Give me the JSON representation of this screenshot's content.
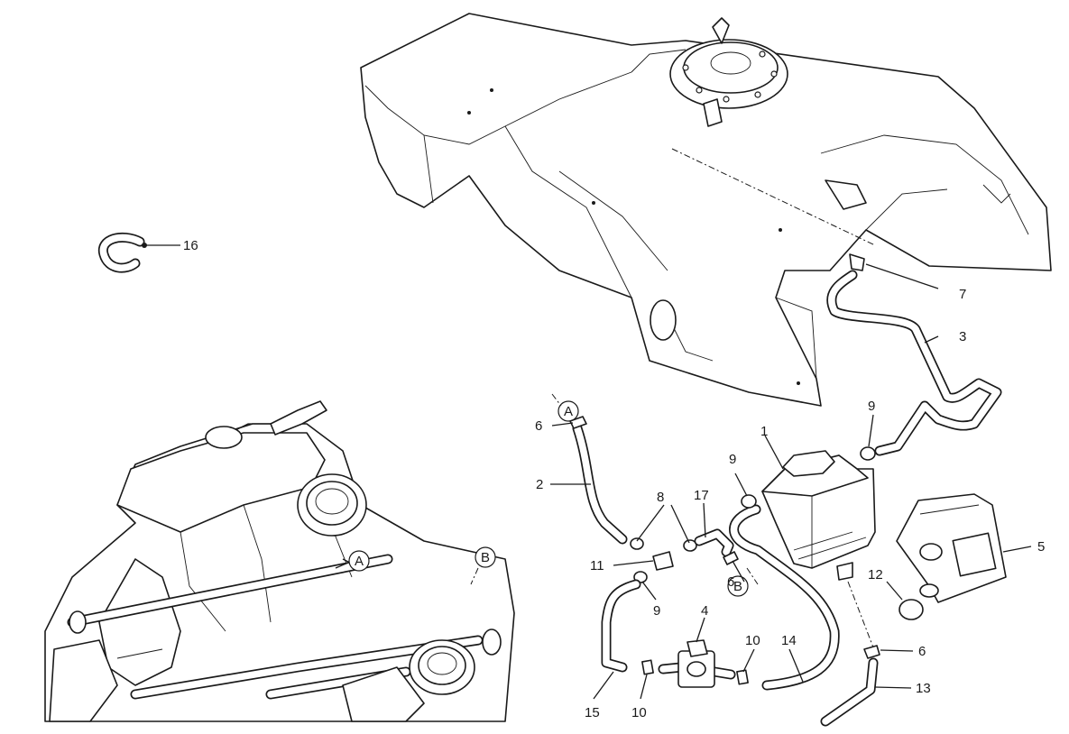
{
  "callouts": {
    "c1": "1",
    "c2": "2",
    "c3": "3",
    "c4": "4",
    "c5": "5",
    "c6a": "6",
    "c6b": "6",
    "c6c": "6",
    "c7": "7",
    "c8": "8",
    "c9a": "9",
    "c9b": "9",
    "c9c": "9",
    "c10a": "10",
    "c10b": "10",
    "c11": "11",
    "c12": "12",
    "c13": "13",
    "c14": "14",
    "c15": "15",
    "c16": "16",
    "c17": "17"
  },
  "markers": {
    "a_hose": "A",
    "b_hose": "B",
    "a_engine": "A",
    "b_engine": "B"
  },
  "colors": {
    "ink": "#1a1a1a",
    "paper": "#ffffff"
  }
}
